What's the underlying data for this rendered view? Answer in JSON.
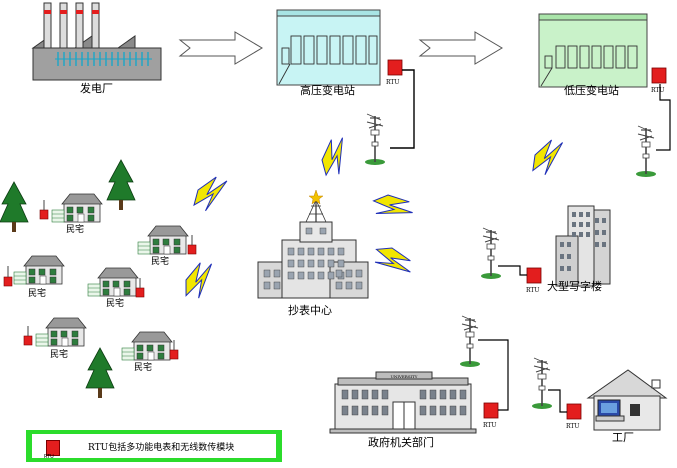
{
  "labels": {
    "power_plant": "发电厂",
    "hv_substation": "高压变电站",
    "lv_substation": "低压变电站",
    "meter_center": "抄表中心",
    "office_building": "大型写字楼",
    "government": "政府机关部门",
    "factory": "工厂",
    "residence": "民宅",
    "rtu": "RTU",
    "university_sign": "UNIVERSITY"
  },
  "legend": {
    "text": "RTU包括多功能电表和无线数传模块",
    "rtu_tag": "RTU"
  },
  "colors": {
    "rtu_red": "#e31e1e",
    "lightning_yellow": "#f2e600",
    "lightning_blue": "#1f2fb8",
    "substation_cyan": "#c8f4f4",
    "substation_green": "#c9f2c9",
    "legend_green": "#2bdc2b",
    "tree_green": "#1f7a2a"
  }
}
